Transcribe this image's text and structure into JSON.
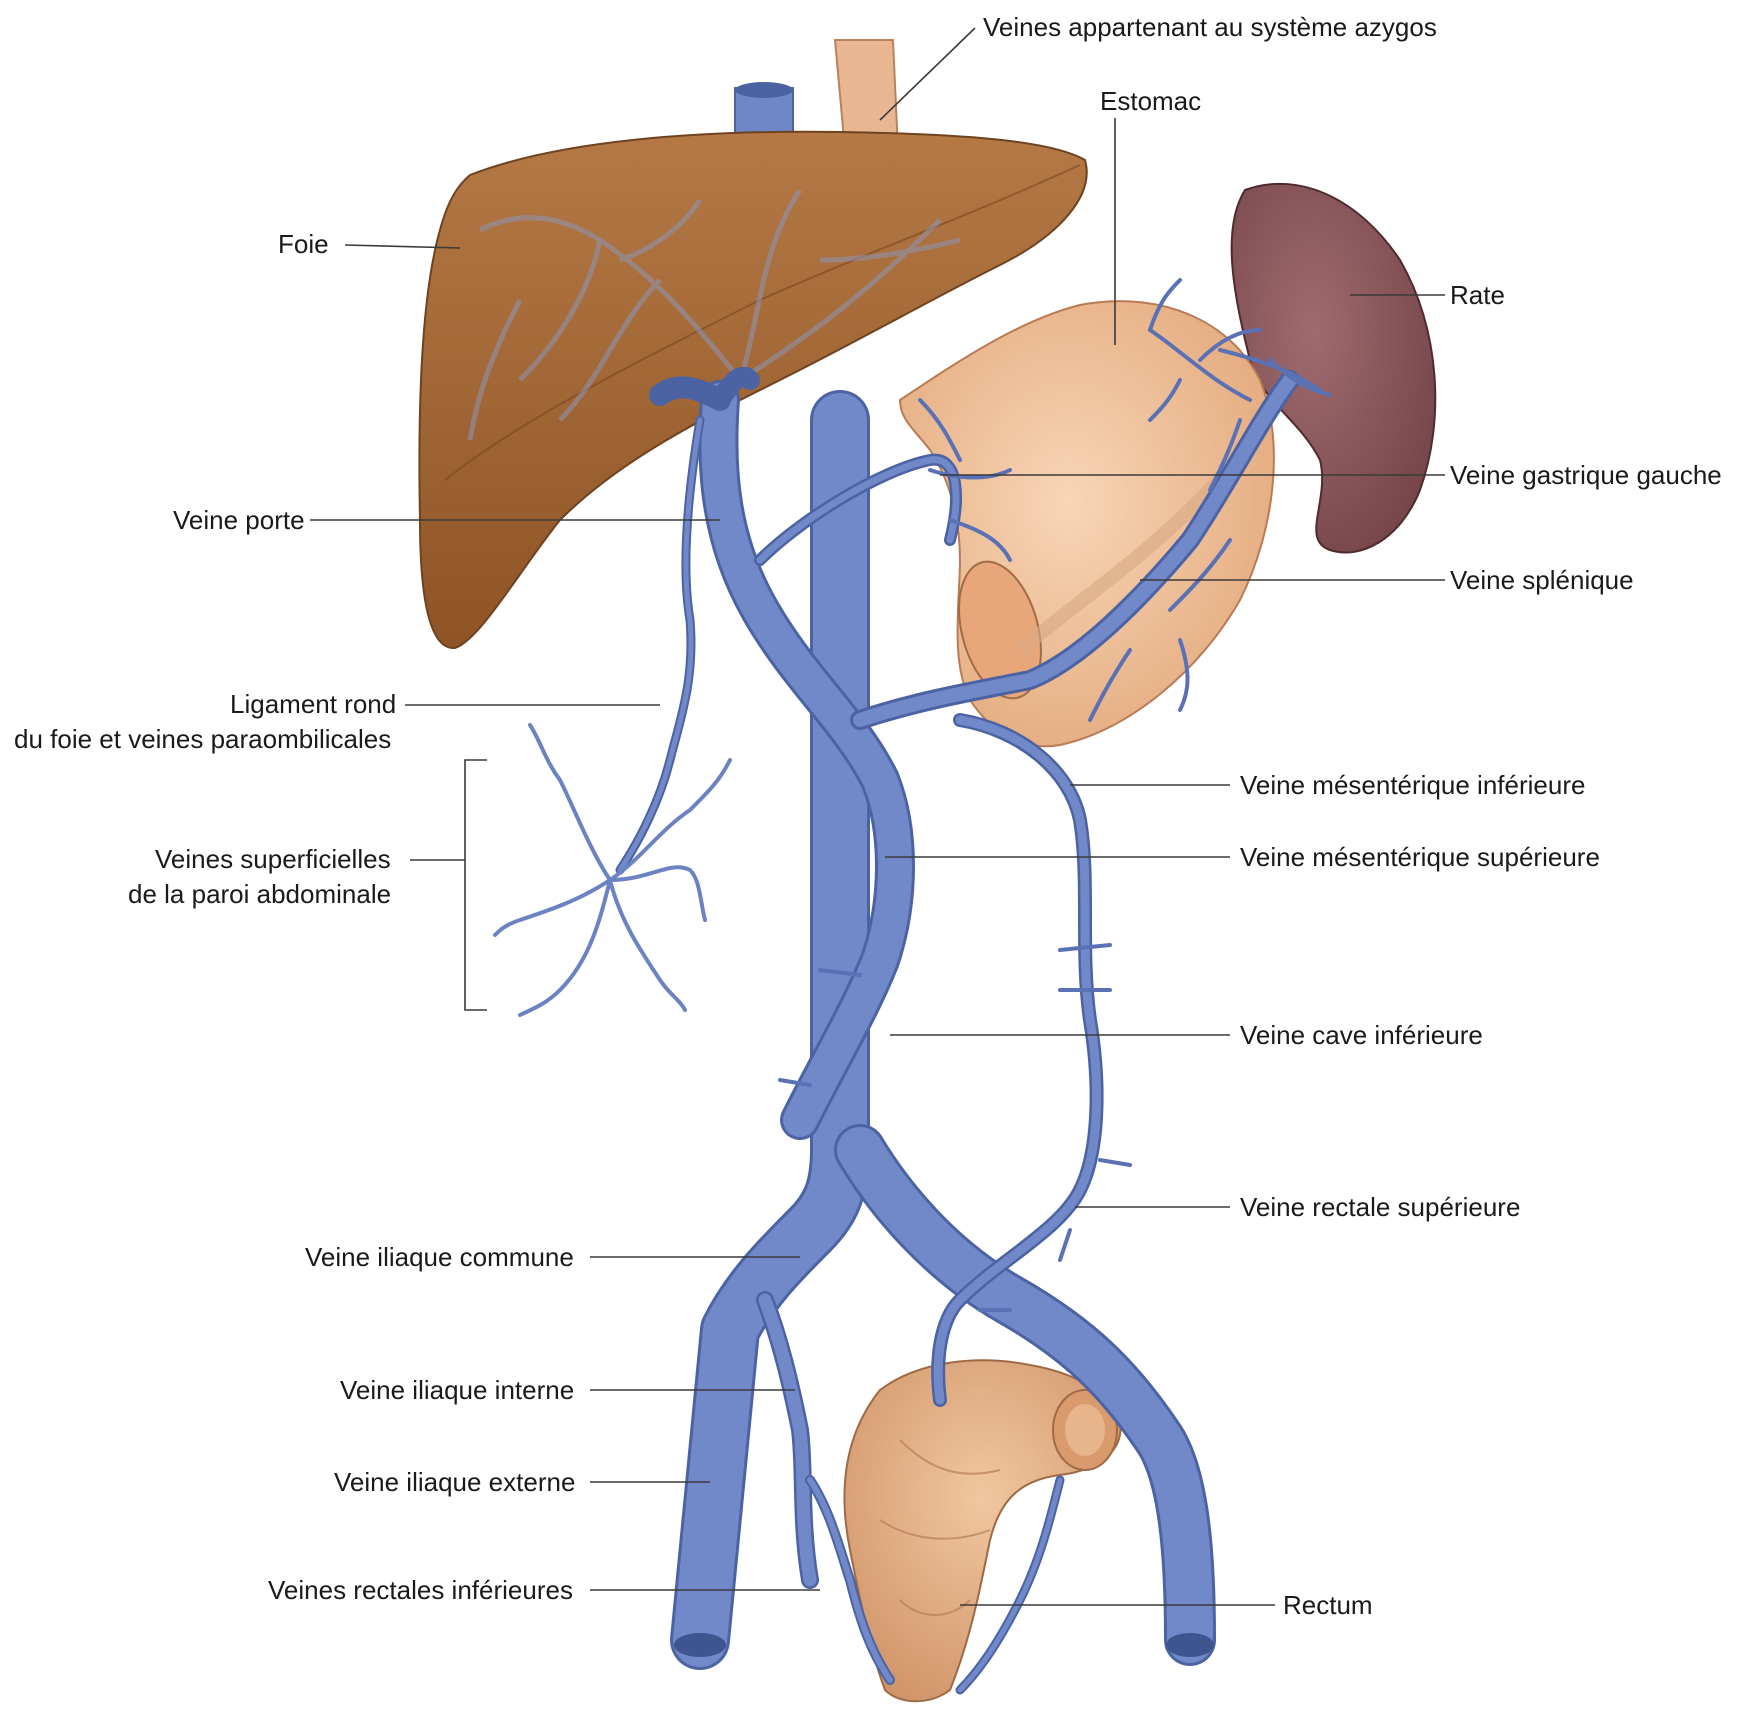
{
  "labels": {
    "azygos": "Veines appartenant au système azygos",
    "estomac": "Estomac",
    "foie": "Foie",
    "rate": "Rate",
    "veine_gastrique_gauche": "Veine gastrique gauche",
    "veine_porte": "Veine porte",
    "veine_splenique": "Veine splénique",
    "ligament_rond_1": "Ligament rond",
    "ligament_rond_2": "du foie et veines paraombilicales",
    "veines_superficielles_1": "Veines superficielles",
    "veines_superficielles_2": "de la paroi abdominale",
    "veine_mesenterique_inferieure": "Veine mésentérique inférieure",
    "veine_mesenterique_superieure": "Veine mésentérique supérieure",
    "veine_cave_inferieure": "Veine cave inférieure",
    "veine_rectale_superieure": "Veine rectale supérieure",
    "veine_iliaque_commune": "Veine iliaque commune",
    "veine_iliaque_interne": "Veine iliaque interne",
    "veine_iliaque_externe": "Veine iliaque externe",
    "veines_rectales_inferieures": "Veines rectales inférieures",
    "rectum": "Rectum"
  },
  "colors": {
    "vein": "#6f87c6",
    "vein_dark": "#4c63a3",
    "liver": "#a7693a",
    "liver_light": "#b77a45",
    "stomach": "#f0c39d",
    "spleen": "#8c5a5e",
    "rectum": "#e6b58b"
  }
}
